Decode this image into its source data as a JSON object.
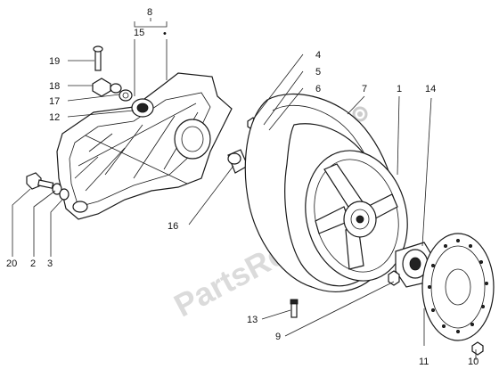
{
  "diagram": {
    "watermark": "PartsRepublik",
    "callouts": [
      {
        "id": "c1",
        "text": "1"
      },
      {
        "id": "c2",
        "text": "2"
      },
      {
        "id": "c3",
        "text": "3"
      },
      {
        "id": "c4",
        "text": "4"
      },
      {
        "id": "c5",
        "text": "5"
      },
      {
        "id": "c6",
        "text": "6"
      },
      {
        "id": "c7",
        "text": "7"
      },
      {
        "id": "c8",
        "text": "8"
      },
      {
        "id": "c9",
        "text": "9"
      },
      {
        "id": "c10",
        "text": "10"
      },
      {
        "id": "c11",
        "text": "11"
      },
      {
        "id": "c12",
        "text": "12"
      },
      {
        "id": "c13",
        "text": "13"
      },
      {
        "id": "c14",
        "text": "14"
      },
      {
        "id": "c15",
        "text": "15"
      },
      {
        "id": "c16",
        "text": "16"
      },
      {
        "id": "c17",
        "text": "17"
      },
      {
        "id": "c18",
        "text": "18"
      },
      {
        "id": "c19",
        "text": "19"
      },
      {
        "id": "c20",
        "text": "20"
      }
    ]
  }
}
